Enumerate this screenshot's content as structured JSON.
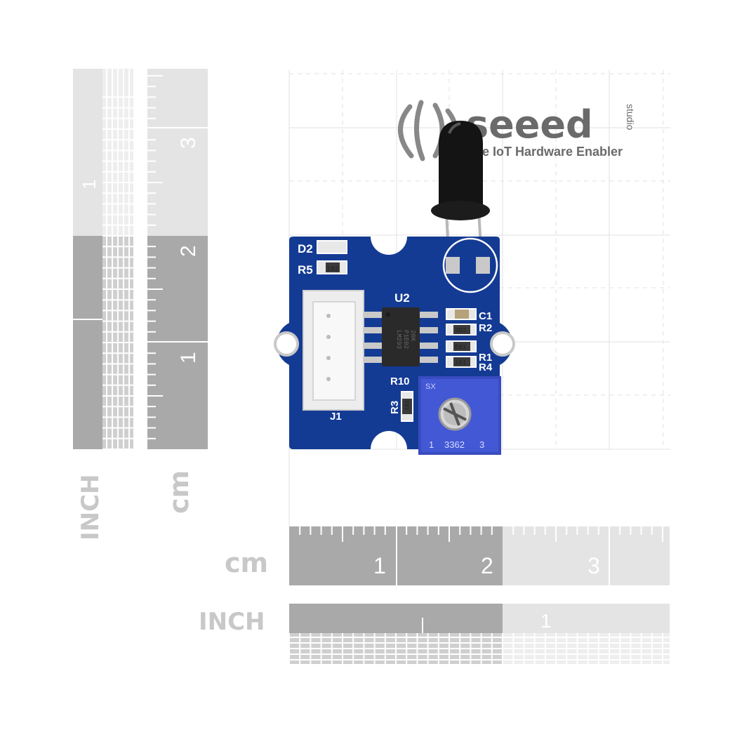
{
  "rulers": {
    "vertical_inch": {
      "unit_label": "INCH",
      "tick_numbers": [
        "1"
      ]
    },
    "vertical_cm": {
      "unit_label": "cm",
      "tick_numbers": [
        "3",
        "2",
        "1"
      ]
    },
    "horizontal_cm": {
      "unit_label": "cm",
      "tick_numbers": [
        "1",
        "2",
        "3"
      ]
    },
    "horizontal_inch": {
      "unit_label": "INCH",
      "tick_numbers": [
        "1"
      ]
    }
  },
  "logo": {
    "brand": "seeed",
    "studio": "studio",
    "tagline": "he IoT Hardware Enabler"
  },
  "board": {
    "labels": {
      "d2": "D2",
      "r5": "R5",
      "u2": "U2",
      "c1": "C1",
      "r2": "R2",
      "r1": "R1",
      "r4": "R4",
      "r10": "R10",
      "r3": "R3",
      "j1": "J1"
    },
    "smd_codes": {
      "r5": "102",
      "r2": "302",
      "r_mid": "E01",
      "r1": "101",
      "r3": "101"
    },
    "chip_marking": [
      "LM293",
      "P1E02",
      "26K"
    ],
    "pot_marking": {
      "left": "1",
      "model": "3362",
      "right": "3",
      "brand": "SX"
    }
  }
}
